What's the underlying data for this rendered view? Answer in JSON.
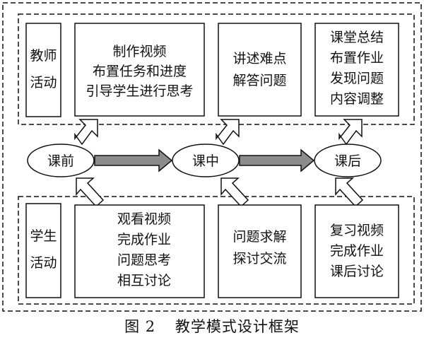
{
  "teacher_section": {
    "label_lines": [
      "教师",
      "活动"
    ],
    "boxes": [
      {
        "lines": [
          "制作视频",
          "布置任务和进度",
          "引导学生进行思考"
        ]
      },
      {
        "lines": [
          "讲述难点",
          "解答问题"
        ]
      },
      {
        "lines": [
          "课堂总结",
          "布置作业",
          "发现问题",
          "内容调整"
        ]
      }
    ]
  },
  "stages": [
    "课前",
    "课中",
    "课后"
  ],
  "student_section": {
    "label_lines": [
      "学生",
      "活动"
    ],
    "boxes": [
      {
        "lines": [
          "观看视频",
          "完成作业",
          "问题思考",
          "相互讨论"
        ]
      },
      {
        "lines": [
          "问题求解",
          "探讨交流"
        ]
      },
      {
        "lines": [
          "复习视频",
          "完成作业",
          "课后讨论"
        ]
      }
    ]
  },
  "caption": {
    "figure_number": "图 2",
    "title": "教学模式设计框架"
  },
  "colors": {
    "line": "#111111",
    "arrow_fill": "#8c8c8c",
    "background": "#ffffff"
  }
}
